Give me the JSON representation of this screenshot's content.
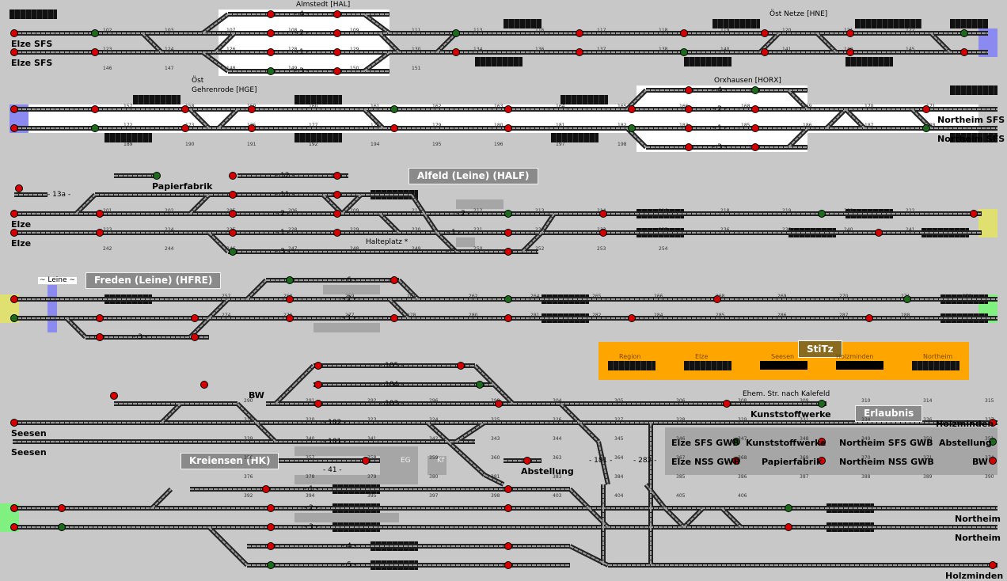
{
  "colors": {
    "background": "#c8c8c8",
    "track": "#222222",
    "rail_fill": "#9c9c9c",
    "signal_red": "#d40000",
    "signal_green": "#1c6b1c",
    "stitz_orange": "#ffa500",
    "edge_blue": "#8a8af0",
    "edge_yellow": "#e0e070",
    "edge_green": "#80f080"
  },
  "stations": {
    "almstedt": "Almstedt [HAL]",
    "ost_netze": "Öst Netze [HNE]",
    "ost": "Öst",
    "gehrenrode": "Gehrenrode [HGE]",
    "orxhausen": "Orxhausen [HORX]",
    "alfeld": "Alfeld (Leine) (HALF)",
    "papierfabrik": "Papierfabrik",
    "haltepunkt": "Halteplatz *",
    "leine": "~ Leine ~",
    "freden": "Freden (Leine) (HFRE)",
    "bw": "BW",
    "kreiensen": "Kreiensen (HK)",
    "abstellung": "Abstellung",
    "kalefeld_note": "Ehem. Str. nach Kalefeld",
    "kunststoffwerke": "Kunststoffwerke",
    "erlaubnis": "Erlaubnis"
  },
  "track_ends": {
    "elze_sfs_1": "Elze SFS",
    "elze_sfs_2": "Elze SFS",
    "northeim_sfs_1": "Northeim SFS",
    "northeim_sfs_2": "Northeim SFS",
    "elze_1": "Elze",
    "elze_2": "Elze",
    "seesen_1": "Seesen",
    "seesen_2": "Seesen",
    "northeim_1": "Northeim",
    "northeim_2": "Northeim",
    "holzminden_1": "Holzminden",
    "holzminden_2": "Holzminden"
  },
  "right_panel": {
    "holzminden": "Holzminden",
    "abstellung": "Abstellung",
    "bw": "BW",
    "elze_sfs_gwb": "Elze SFS GWB",
    "elze_nss_gwb": "Elze NSS GWB",
    "kunststoffwerke": "Kunststoffwerke",
    "papierfabrik": "Papierfabrik",
    "northeim_sfs_gwb": "Northeim SFS GWB",
    "northeim_nss_gwb": "Northeim NSS GWB"
  },
  "stitz": {
    "title": "StiTz",
    "labels": [
      "Region",
      "Elze",
      "Seesen",
      "Holzminden",
      "Northeim"
    ]
  },
  "track_numbers": {
    "hal_4": "- 4 -",
    "hal_2": "- 2 -",
    "hal_1": "- 1 -",
    "hal_3": "- 3 -",
    "horx_4": "- 4 -",
    "horx_2": "- 2 -",
    "horx_1": "- 1 -",
    "horx_3": "- 3 -",
    "half_12": "- 12 -",
    "half_11": "- 11 -",
    "half_2": "- 2 -",
    "half_1": "- 1 -",
    "half_3": "- 3 -",
    "half_13a": "- 13a -",
    "half_r2": "- 2 -",
    "half_r1": "- 1 -",
    "half_r3": "- 3 -",
    "hfre_6": "- 6 -",
    "hfre_2": "- 2 -",
    "hfre_1": "- 1 -",
    "hfre_3": "- 3 -",
    "hk_105": "- 105 -",
    "hk_104": "- 104 -",
    "hk_103": "- 103 -",
    "hk_102": "- 102 -",
    "hk_101": "- 101 -",
    "hk_41": "- 41 -",
    "hk_181": "- 181 -",
    "hk_282": "- 282 -",
    "hk_1": "- 1 -",
    "hk_2": "- 2 -",
    "hk_3": "- 3 -",
    "hk_4": "- 4 -",
    "hk_5": "- 5 -"
  },
  "yard_labels": {
    "eg": "EG",
    "kf": "Kf"
  },
  "signal_numbers": {
    "hal": [
      "102",
      "103",
      "107",
      "108",
      "109",
      "111",
      "113",
      "116",
      "117",
      "118",
      "119",
      "120",
      "121",
      "122",
      "123",
      "124",
      "126",
      "128",
      "129",
      "130",
      "134",
      "136",
      "137",
      "138",
      "140",
      "141",
      "142",
      "145",
      "146",
      "147",
      "148",
      "149",
      "150",
      "151"
    ],
    "hge": [
      "157",
      "158",
      "159",
      "160",
      "161",
      "162",
      "163",
      "164",
      "165",
      "166",
      "168",
      "169",
      "170",
      "171",
      "172",
      "173",
      "175",
      "177",
      "178",
      "179",
      "180",
      "181",
      "182",
      "183",
      "185",
      "186",
      "187",
      "188",
      "189",
      "190",
      "191",
      "192",
      "194",
      "195",
      "196",
      "197",
      "198"
    ],
    "half": [
      "201",
      "202",
      "205",
      "206",
      "209",
      "211",
      "212",
      "213",
      "214",
      "216",
      "218",
      "219",
      "220",
      "222",
      "223",
      "224",
      "225",
      "228",
      "229",
      "230",
      "231",
      "232",
      "233",
      "235",
      "236",
      "238",
      "240",
      "241",
      "242",
      "244",
      "246",
      "247",
      "248",
      "249",
      "250",
      "252",
      "253",
      "254"
    ],
    "hfre": [
      "257",
      "258",
      "259",
      "261",
      "262",
      "264",
      "265",
      "266",
      "268",
      "269",
      "270",
      "271",
      "272",
      "273",
      "274",
      "276",
      "277",
      "278",
      "280",
      "281",
      "282",
      "284",
      "285",
      "286",
      "287",
      "288"
    ],
    "hk": [
      "290",
      "291",
      "292",
      "296",
      "298",
      "304",
      "305",
      "306",
      "308",
      "309",
      "310",
      "314",
      "315",
      "316",
      "317",
      "320",
      "323",
      "324",
      "325",
      "326",
      "327",
      "328",
      "329",
      "331",
      "334",
      "336",
      "337",
      "338",
      "339",
      "340",
      "341",
      "342",
      "343",
      "344",
      "345",
      "346",
      "347",
      "348",
      "349",
      "350",
      "351",
      "352",
      "356",
      "357",
      "358",
      "359",
      "360",
      "363",
      "364",
      "367",
      "368",
      "369",
      "370",
      "371",
      "374",
      "375",
      "376",
      "378",
      "379",
      "380",
      "381",
      "383",
      "384",
      "385",
      "386",
      "387",
      "388",
      "389",
      "390",
      "391",
      "392",
      "394",
      "395",
      "397",
      "398",
      "403",
      "404",
      "405",
      "406"
    ]
  }
}
